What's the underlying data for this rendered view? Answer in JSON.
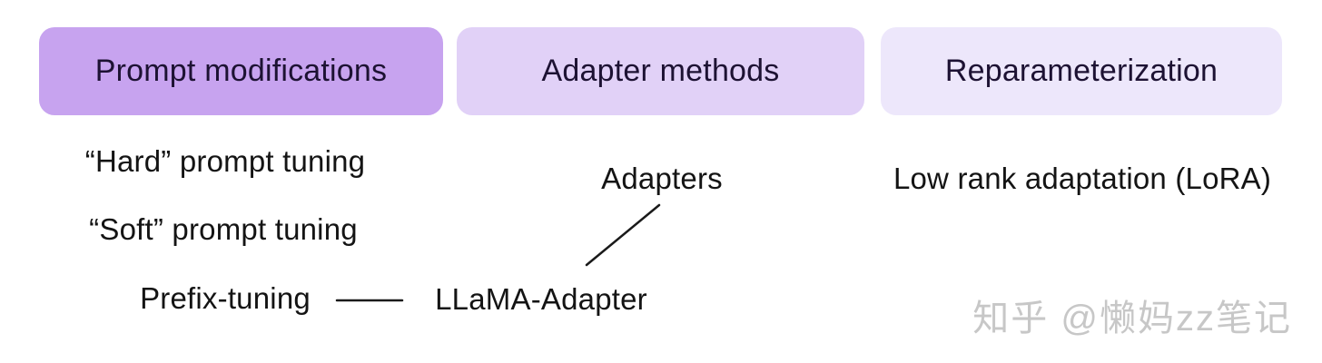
{
  "diagram": {
    "headers": [
      {
        "label": "Prompt modifications",
        "bg": "#c7a3ef"
      },
      {
        "label": "Adapter methods",
        "bg": "#e1d1f7"
      },
      {
        "label": "Reparameterization",
        "bg": "#ede7fb"
      }
    ],
    "items": {
      "hard_prompt_tuning": "“Hard” prompt tuning",
      "soft_prompt_tuning": "“Soft” prompt tuning",
      "prefix_tuning": "Prefix-tuning",
      "adapters": "Adapters",
      "llama_adapter": "LLaMA-Adapter",
      "lora": "Low rank adaptation (LoRA)"
    },
    "connectors": [
      {
        "name": "prefix-tuning-to-llama-adapter",
        "type": "horizontal"
      },
      {
        "name": "adapters-to-llama-adapter",
        "type": "diagonal"
      }
    ],
    "colors": {
      "header_text": "#1d1233",
      "item_text": "#141414",
      "line": "#1a1a1a",
      "background": "#ffffff"
    }
  },
  "watermark": {
    "text": "知乎 @懒妈zz笔记",
    "color": "#c7c7c7"
  }
}
